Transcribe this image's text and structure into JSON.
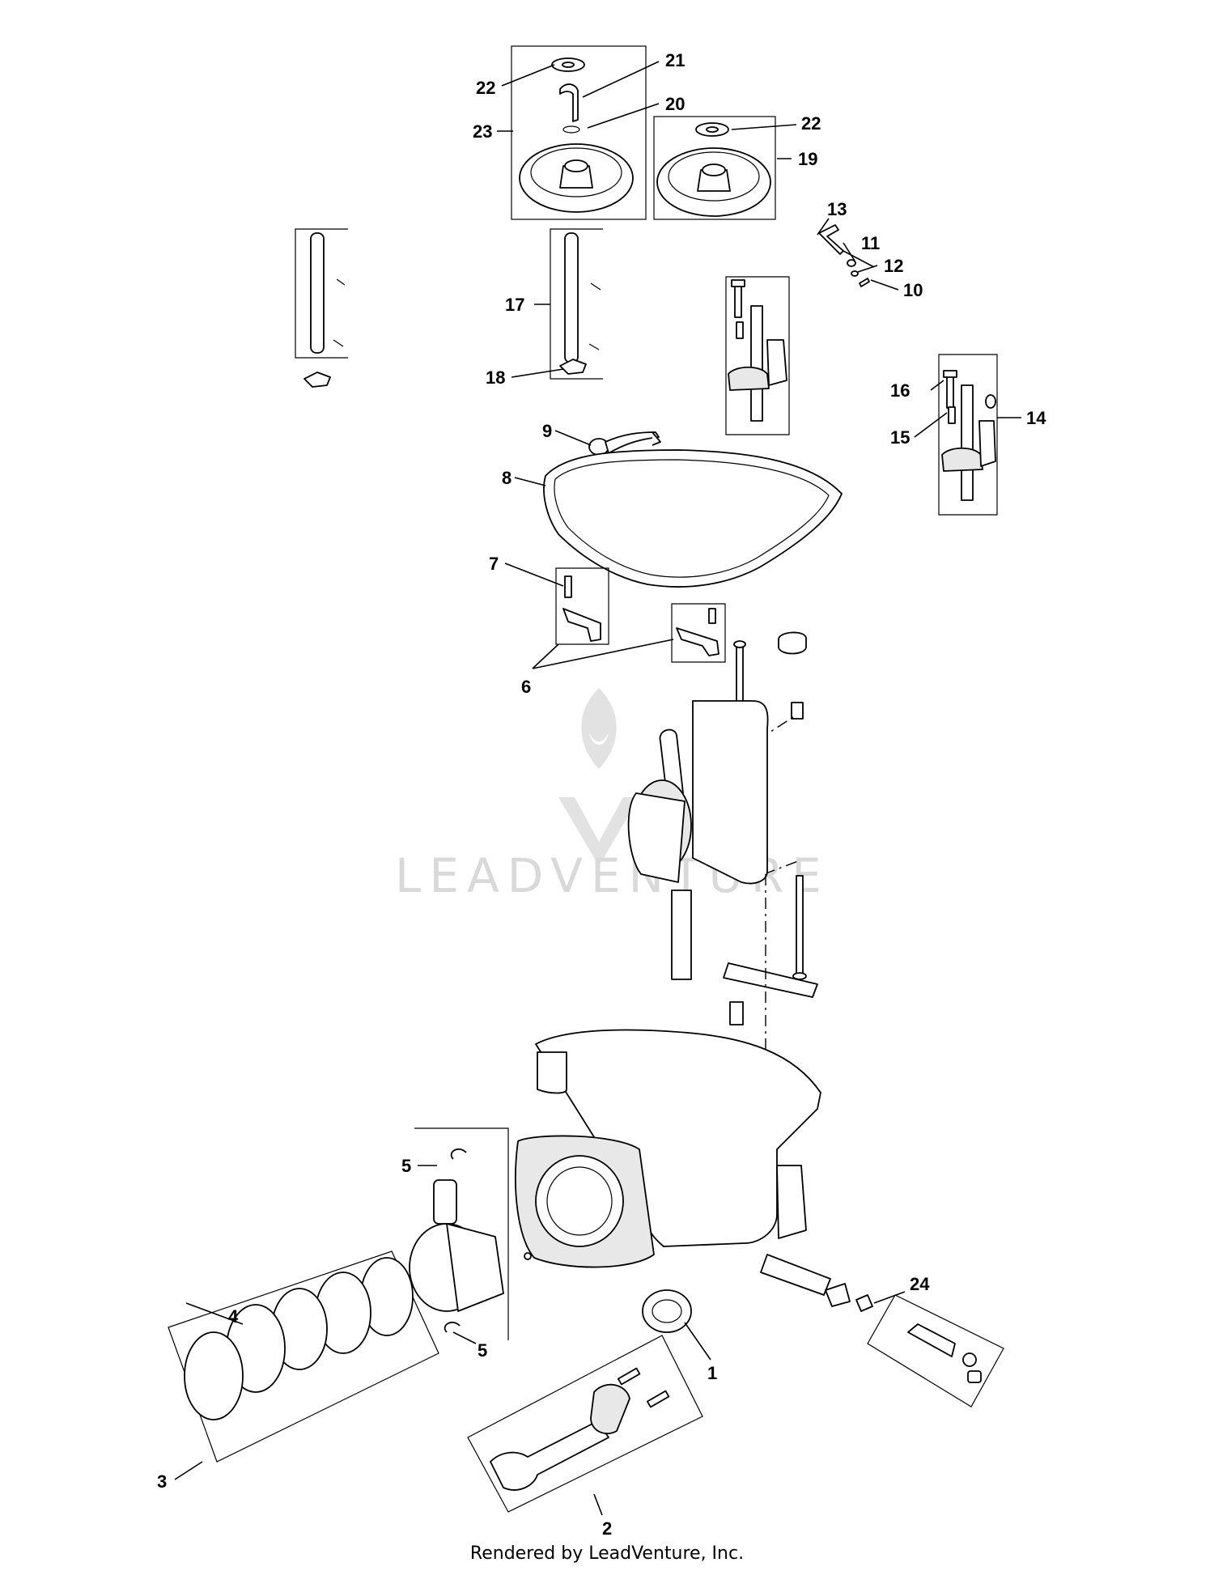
{
  "labels": {
    "l1": "1",
    "l2": "2",
    "l3": "3",
    "l4": "4",
    "l5a": "5",
    "l5b": "5",
    "l6": "6",
    "l7": "7",
    "l8": "8",
    "l9": "9",
    "l10": "10",
    "l11": "11",
    "l12": "12",
    "l13": "13",
    "l14": "14",
    "l15": "15",
    "l16": "16",
    "l17": "17",
    "l18": "18",
    "l19": "19",
    "l20": "20",
    "l21": "21",
    "l22a": "22",
    "l22b": "22",
    "l23": "23",
    "l24": "24"
  },
  "watermark": "LEADVENTURE",
  "footer": "Rendered by LeadVenture, Inc."
}
